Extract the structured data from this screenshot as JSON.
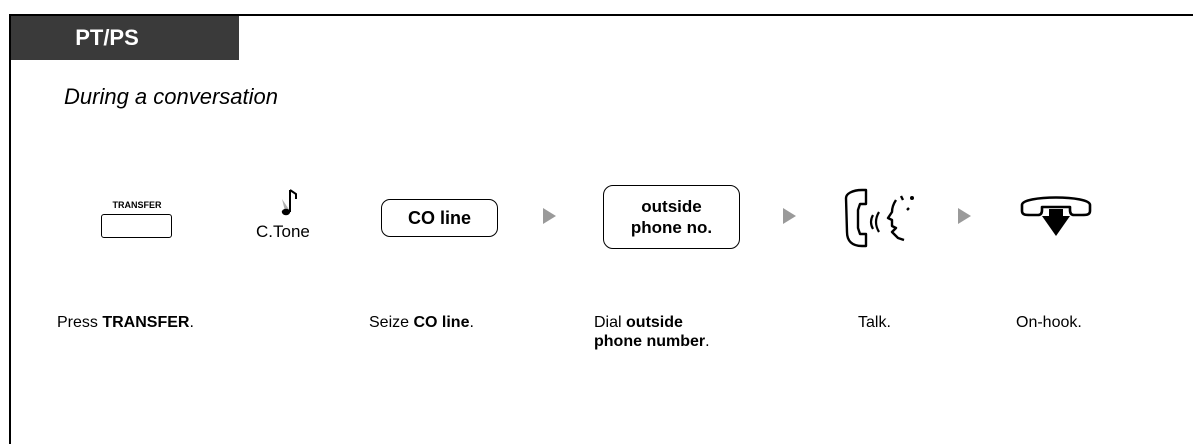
{
  "header": {
    "tab_label": "PT/PS",
    "subtitle": "During a conversation"
  },
  "steps": {
    "transfer_key_label": "TRANSFER",
    "tone_label": "C.Tone",
    "co_line_label": "CO line",
    "outside_line1": "outside",
    "outside_line2": "phone no."
  },
  "captions": {
    "press_prefix": "Press ",
    "press_bold": "TRANSFER",
    "press_suffix": ".",
    "seize_prefix": "Seize ",
    "seize_bold": "CO line",
    "seize_suffix": ".",
    "dial_prefix": "Dial ",
    "dial_bold1": "outside",
    "dial_bold2": "phone number",
    "dial_suffix": ".",
    "talk": "Talk.",
    "onhook": "On-hook."
  },
  "icons": [
    "music-note-icon",
    "arrow-right-icon",
    "handset-talk-icon",
    "on-hook-icon"
  ]
}
